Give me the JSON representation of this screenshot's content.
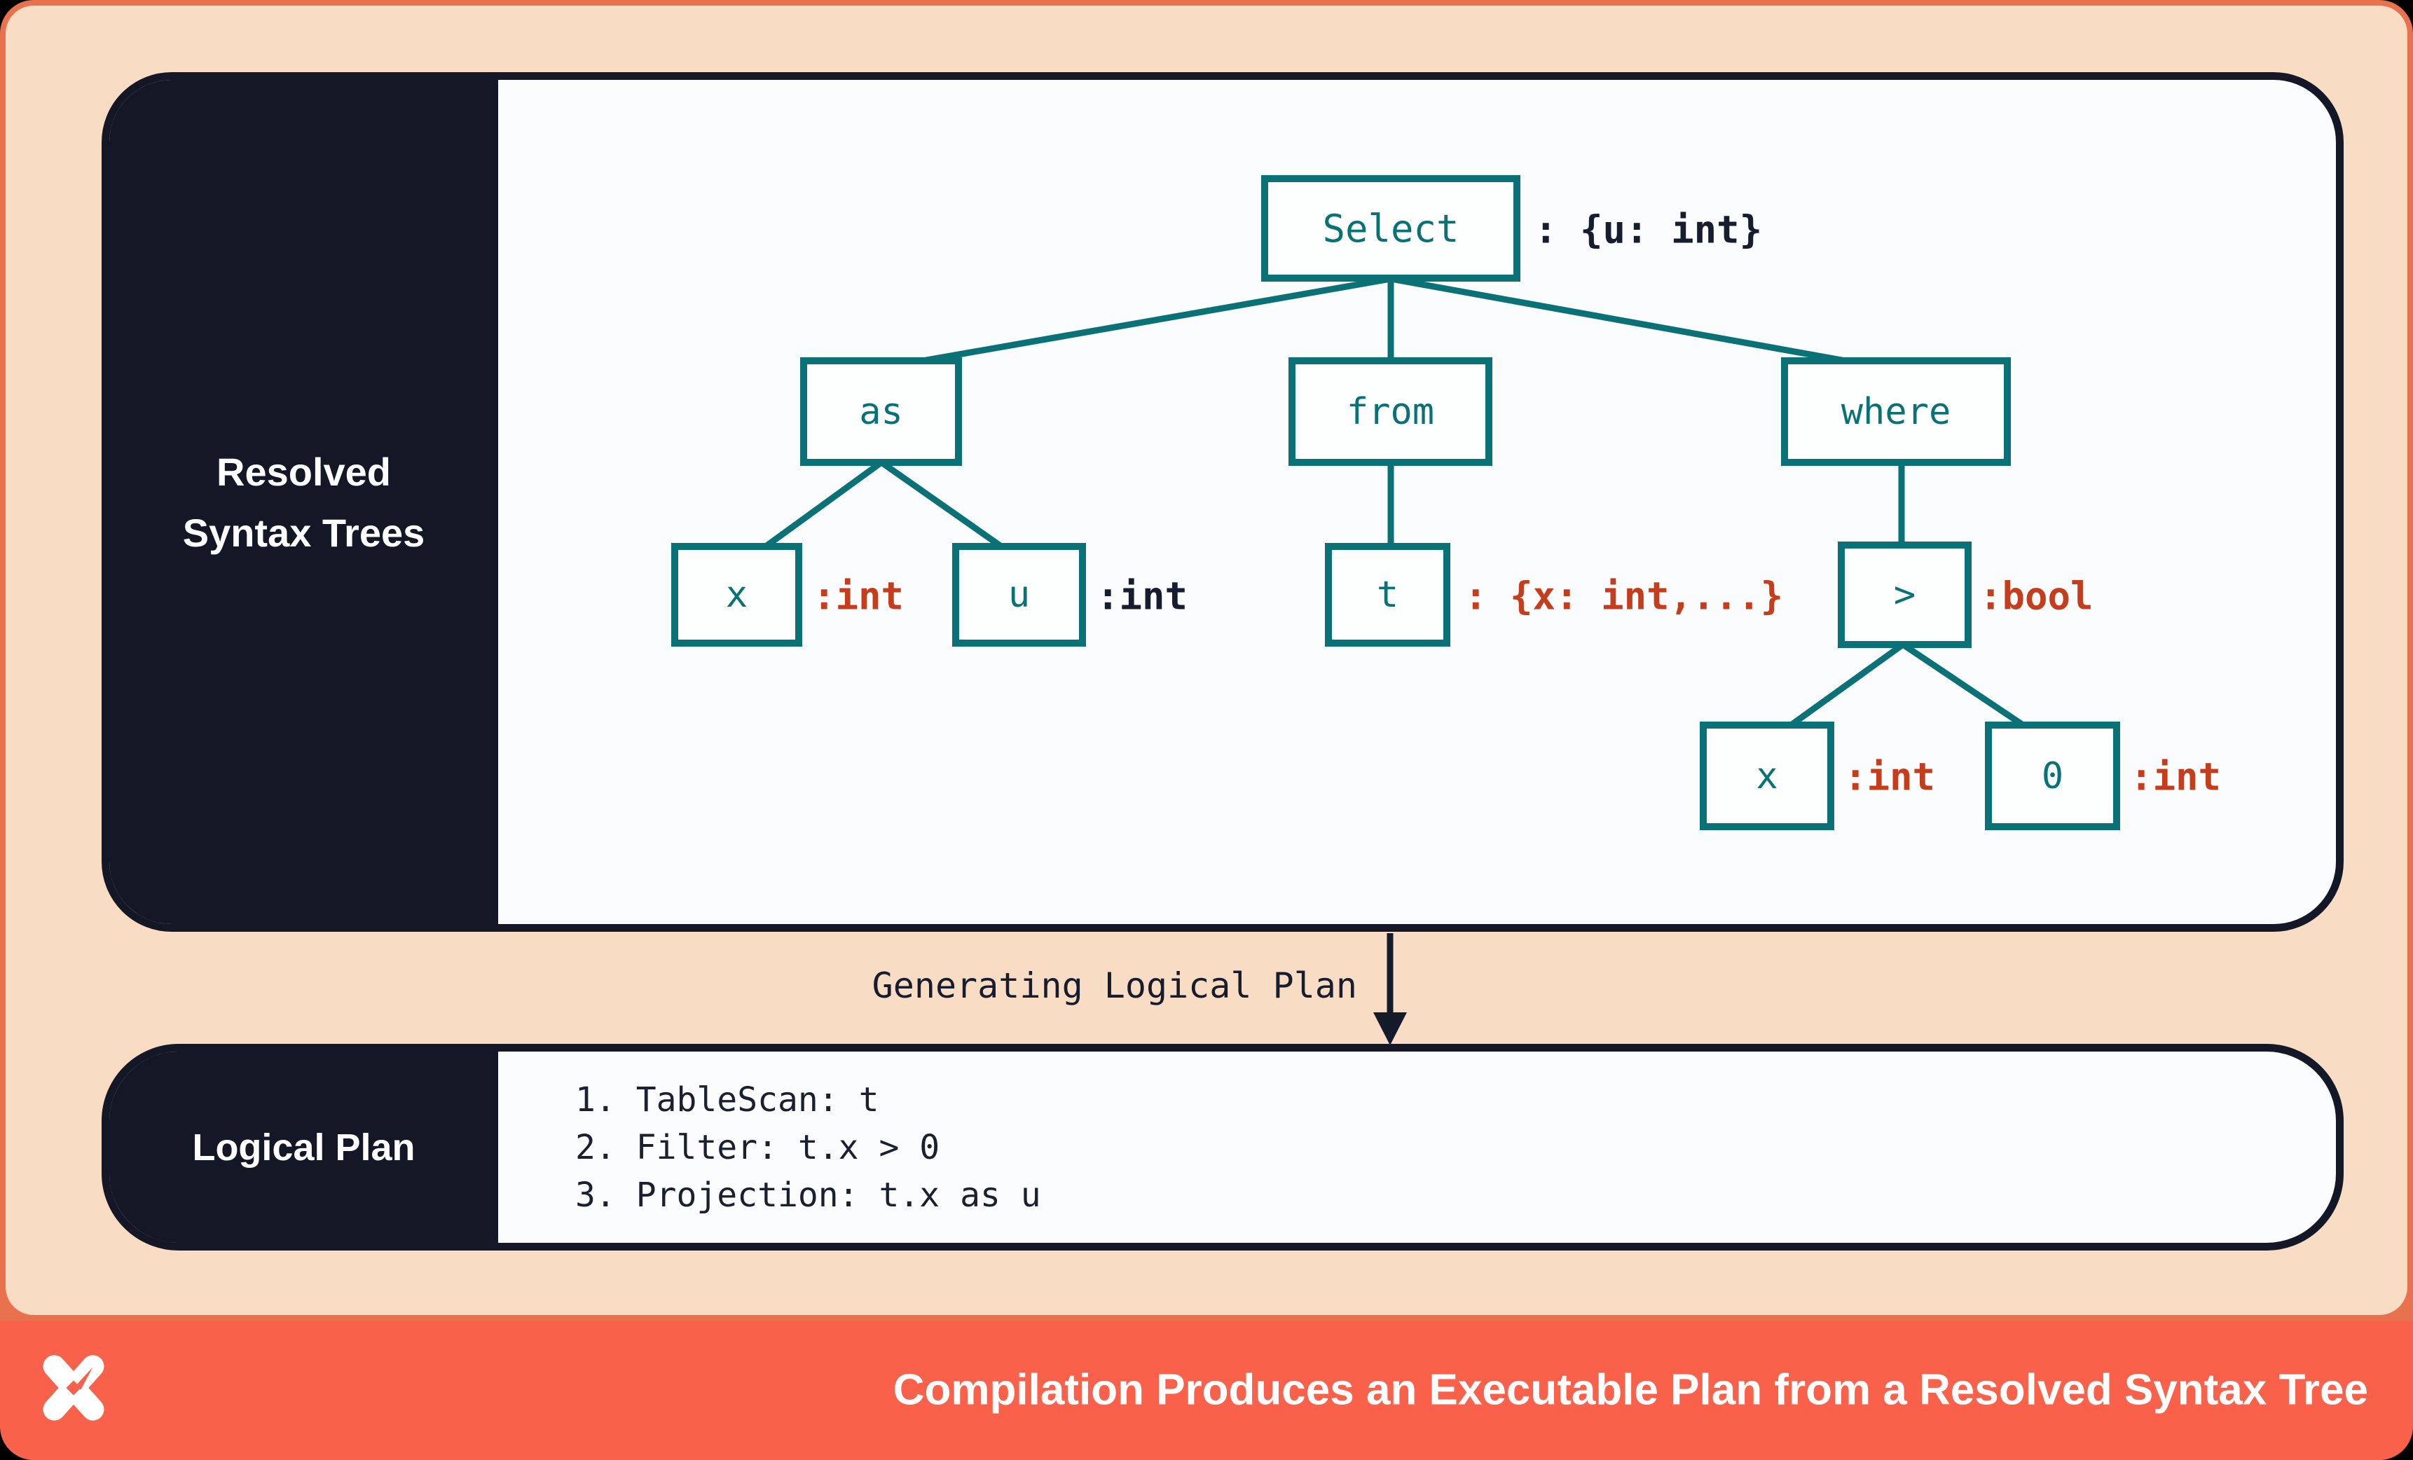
{
  "colors": {
    "frame_coral": "#E8714E",
    "footer_coral": "#F9614A",
    "peach_background": "#F8DCC4",
    "navy": "#131726",
    "panel_background": "#FBFCFD",
    "node_teal": "#0A7276",
    "type_rust": "#C43E1E",
    "ink": "#171C2E",
    "white": "#FFFFFF"
  },
  "resolved_panel": {
    "title_lines": [
      "Resolved",
      "Syntax Trees"
    ]
  },
  "tree": {
    "nodes": {
      "select": {
        "label": "Select",
        "type_annotation": ": {u: int}"
      },
      "as_clause": {
        "label": "as"
      },
      "from_clause": {
        "label": "from"
      },
      "where_clause": {
        "label": "where"
      },
      "x_alias": {
        "label": "x",
        "type_annotation": ":int"
      },
      "u_alias": {
        "label": "u",
        "type_annotation": ":int"
      },
      "t_table": {
        "label": "t",
        "type_annotation": ": {x: int,...}"
      },
      "gt_operator": {
        "label": ">",
        "type_annotation": ":bool"
      },
      "x_operand": {
        "label": "x",
        "type_annotation": ":int"
      },
      "zero_operand": {
        "label": "0",
        "type_annotation": ":int"
      }
    }
  },
  "transition": {
    "label": "Generating Logical Plan"
  },
  "logical_panel": {
    "title": "Logical Plan",
    "steps": [
      "1. TableScan: t",
      "2. Filter: t.x > 0",
      "3. Projection: t.x as u"
    ]
  },
  "footer": {
    "title": "Compilation Produces an Executable Plan from a Resolved Syntax Tree",
    "logo_icon": "x-star-logo"
  }
}
